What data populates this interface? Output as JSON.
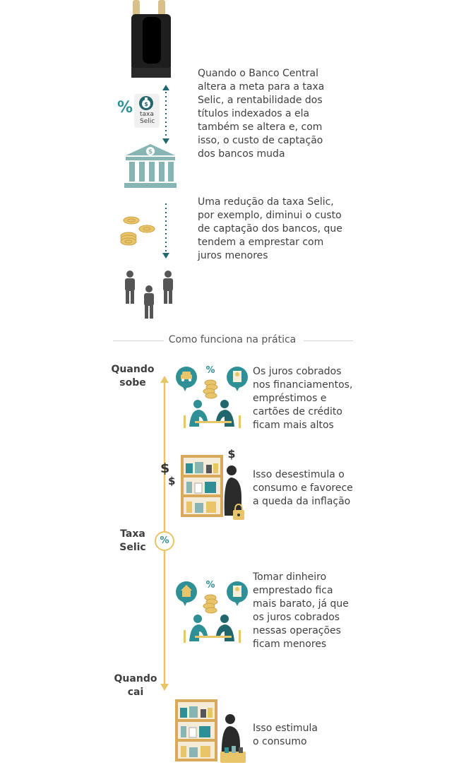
{
  "intro": {
    "selic_badge_label": "taxa\nSelic",
    "percent_symbol": "%",
    "text1": "Quando o Banco Central\naltera a meta para a taxa\nSelic, a rentabilidade dos\ntítulos indexados a ela\ntambém se altera e, com\nisso, o custo de captação\ndos bancos muda",
    "text2": "Uma redução da taxa Selic,\npor exemplo, diminui o custo\nde captação dos bancos, que\ntendem a emprestar com\njuros menores"
  },
  "section": {
    "title": "Como funciona na prática"
  },
  "axis": {
    "top_label": "Quando\nsobe",
    "middle_label": "Taxa\nSelic",
    "bottom_label": "Quando\ncai",
    "middle_symbol": "%",
    "dollar": "$"
  },
  "items": [
    {
      "text": "Os juros cobrados\nnos financiamentos,\nempréstimos e\ncartões de crédito\nficam mais altos"
    },
    {
      "text": "Isso desestimula o\nconsumo e favorece\na queda da inflação"
    },
    {
      "text": "Tomar dinheiro\nemprestado fica\nmais barato, já que\nos juros cobrados\nnessas operações\nficam menores"
    },
    {
      "text": "Isso estimula\no consumo"
    }
  ],
  "colors": {
    "teal": "#2f8f97",
    "dark_teal": "#23676e",
    "gold": "#e9c56a",
    "gray_person": "#555555",
    "bank": "#86b5b3",
    "shelf": "#d9a95a"
  }
}
